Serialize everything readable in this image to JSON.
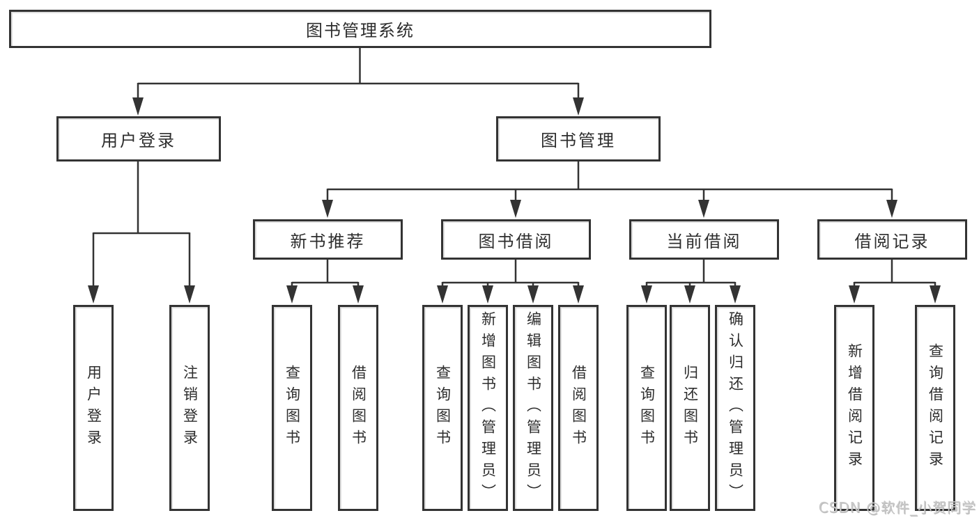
{
  "tree": {
    "root": {
      "label": "图书管理系统"
    },
    "login": {
      "label": "用户登录",
      "children": [
        {
          "label": "用户登录"
        },
        {
          "label": "注销登录"
        }
      ]
    },
    "management": {
      "label": "图书管理",
      "sections": [
        {
          "label": "新书推荐",
          "children": [
            {
              "label": "查询图书"
            },
            {
              "label": "借阅图书"
            }
          ]
        },
        {
          "label": "图书借阅",
          "children": [
            {
              "label": "查询图书"
            },
            {
              "label": "新增图书（管理员）"
            },
            {
              "label": "编辑图书（管理员）"
            },
            {
              "label": "借阅图书"
            }
          ]
        },
        {
          "label": "当前借阅",
          "children": [
            {
              "label": "查询图书"
            },
            {
              "label": "归还图书"
            },
            {
              "label": "确认归还（管理员）"
            }
          ]
        },
        {
          "label": "借阅记录",
          "children": [
            {
              "label": "新增借阅记录"
            },
            {
              "label": "查询借阅记录"
            }
          ]
        }
      ]
    }
  },
  "watermark": {
    "text": "CSDN @软件_小贺同学"
  },
  "colors": {
    "line": "#333333",
    "box_border": "#333333",
    "box_fill": "#ffffff",
    "text": "#2d2d2d",
    "watermark": "#c9c9c9",
    "background": "#ffffff"
  }
}
